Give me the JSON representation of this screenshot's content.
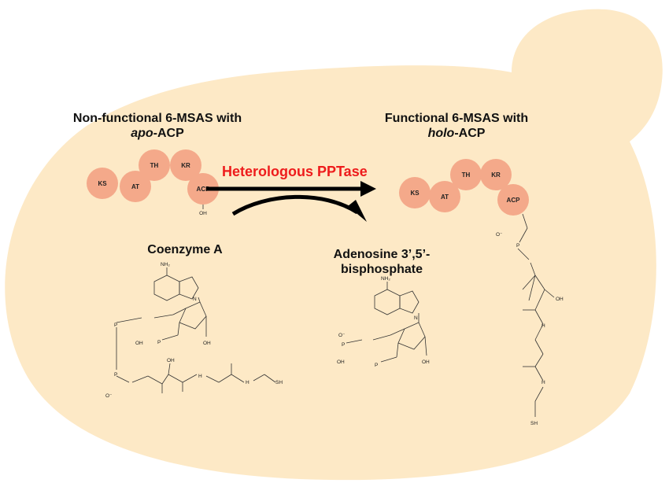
{
  "title_left": {
    "line1": "Non-functional 6-MSAS with",
    "italic": "apo",
    "rest": "-ACP"
  },
  "title_right": {
    "line1": "Functional 6-MSAS with",
    "italic": "holo",
    "rest": "-ACP"
  },
  "enzyme_domains": [
    "KS",
    "AT",
    "TH",
    "KR",
    "ACP"
  ],
  "reaction_label": "Heterologous PPTase",
  "substrate_label": "Coenzyme A",
  "product_label": {
    "line1": "Adenosine 3’,5’-",
    "line2": "bisphosphate"
  },
  "chem": {
    "oh": "OH",
    "nh2": "NH₂",
    "n": "N",
    "p": "P",
    "o": "O",
    "ominus": "O⁻",
    "hn": "H",
    "sh": "SH"
  },
  "colors": {
    "cell": "#fde9c6",
    "domain": "#f4a98a",
    "domain_stroke": "#e0896a",
    "reaction_text": "#ee1c1c",
    "arrow": "#000000"
  }
}
